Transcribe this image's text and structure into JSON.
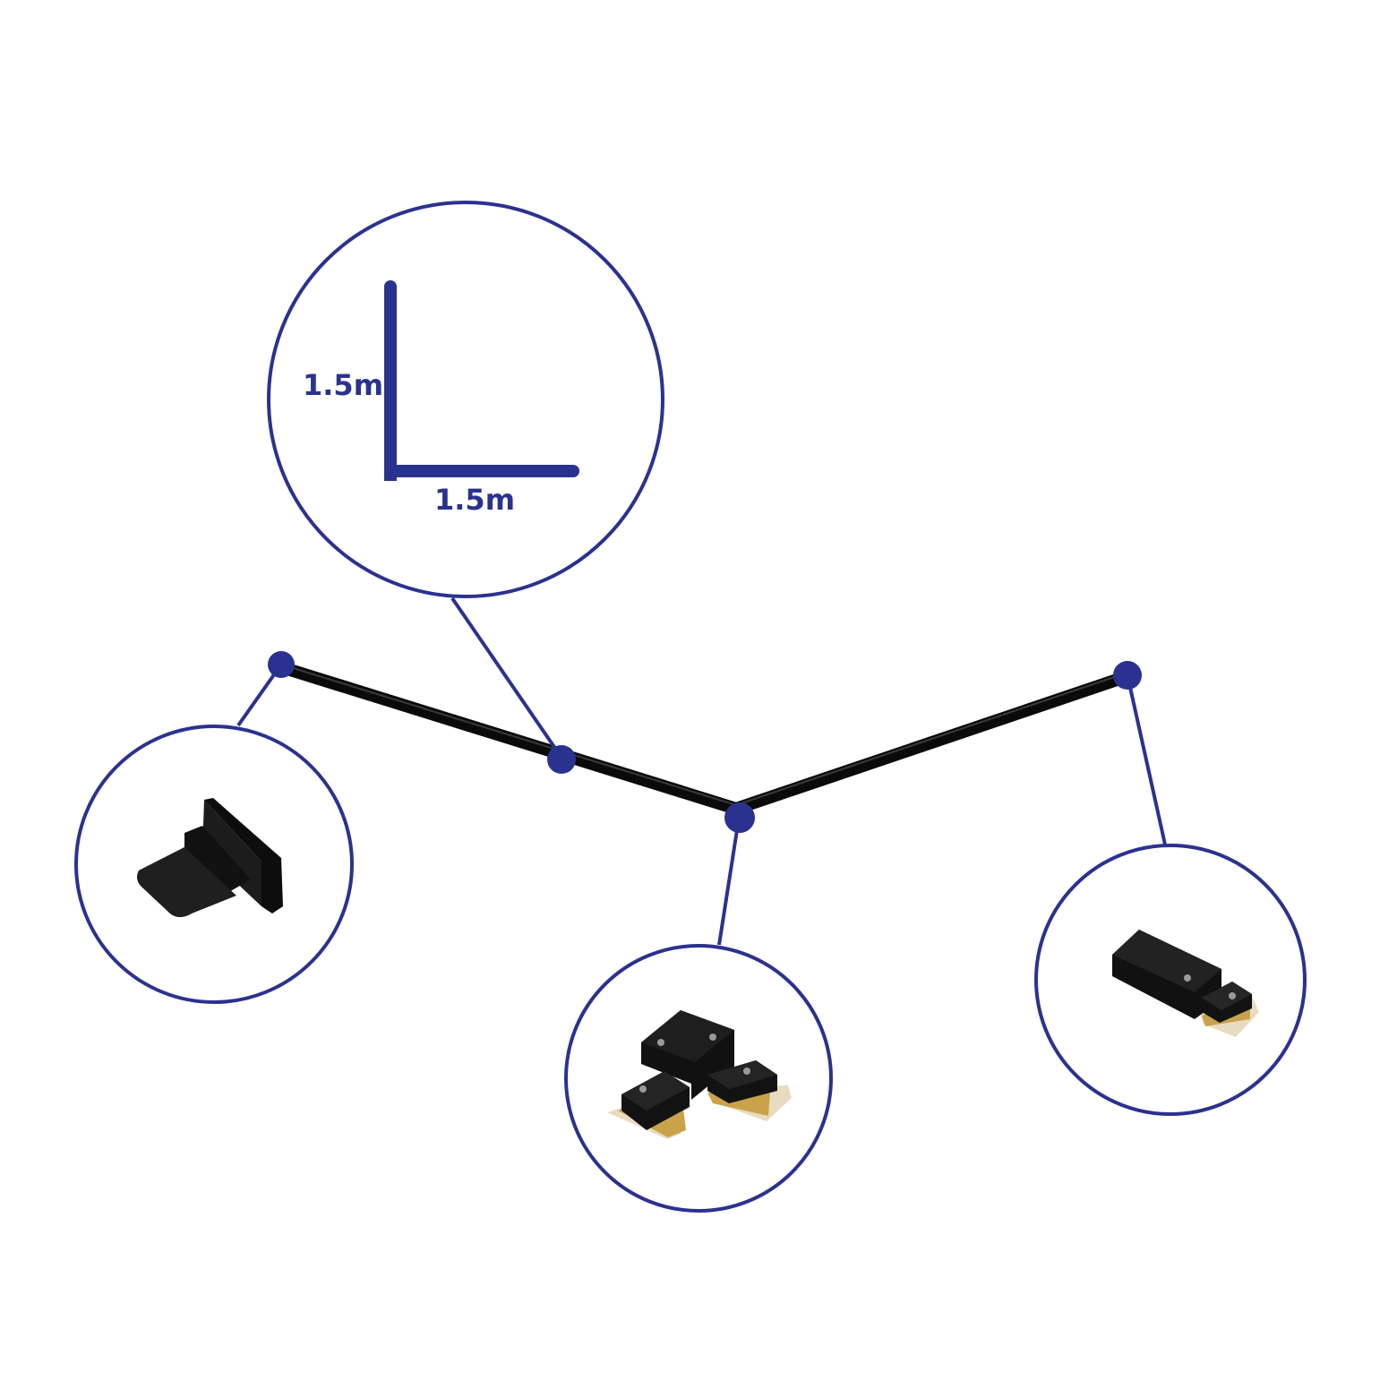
{
  "colors": {
    "accent": "#2a3290",
    "track": "#0a0a0a",
    "track_highlight": "#3a3a3a",
    "brass": "#c9a24a",
    "plate": "#e8dcc0",
    "background": "#ffffff"
  },
  "dimensions": {
    "vertical_label": "1.5m",
    "horizontal_label": "1.5m"
  },
  "callouts": [
    {
      "name": "dimension-callout",
      "content": "l-shape-dimension"
    },
    {
      "name": "end-cap-callout",
      "content": "end-cap-icon"
    },
    {
      "name": "l-connector-callout",
      "content": "l-connector-icon"
    },
    {
      "name": "live-end-feed-callout",
      "content": "live-end-feed-icon"
    }
  ]
}
